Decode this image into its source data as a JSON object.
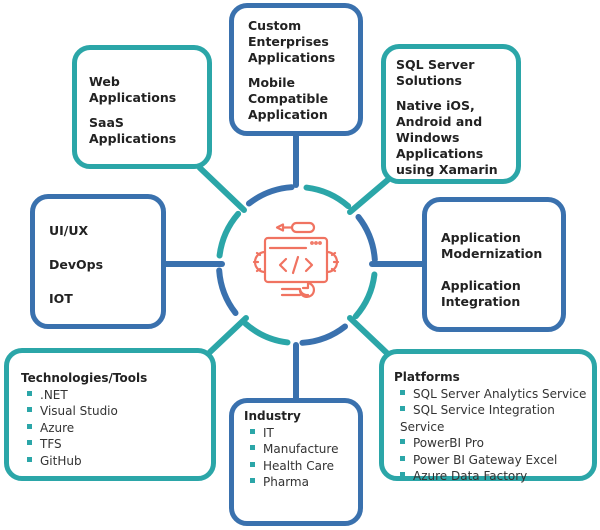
{
  "colors": {
    "teal": "#2ba6a8",
    "blue": "#3a71ae",
    "accent": "#f07361"
  },
  "center": {
    "icon": "code-window-gears-wrench-icon"
  },
  "top": {
    "items": [
      "Custom Enterprises Applications",
      "Mobile Compatible Application"
    ]
  },
  "top_left": {
    "items": [
      "Web Applications",
      "SaaS Applications"
    ]
  },
  "top_right": {
    "items": [
      "SQL Server Solutions",
      "Native iOS, Android and Windows Applications using Xamarin"
    ]
  },
  "left": {
    "items": [
      "UI/UX",
      "DevOps",
      "IOT"
    ]
  },
  "right": {
    "items": [
      "Application Modernization",
      "Application Integration"
    ]
  },
  "bottom_left": {
    "title": "Technologies/Tools",
    "items": [
      ".NET",
      "Visual Studio",
      "Azure",
      "TFS",
      "GitHub"
    ]
  },
  "bottom": {
    "title": "Industry",
    "items": [
      "IT",
      "Manufacture",
      "Health Care",
      "Pharma"
    ]
  },
  "bottom_right": {
    "title": "Platforms",
    "items": [
      "SQL Server Analytics Service",
      "SQL Service Integration Service",
      "PowerBI Pro",
      "Power BI Gateway Excel",
      "Azure Data Factory"
    ]
  }
}
